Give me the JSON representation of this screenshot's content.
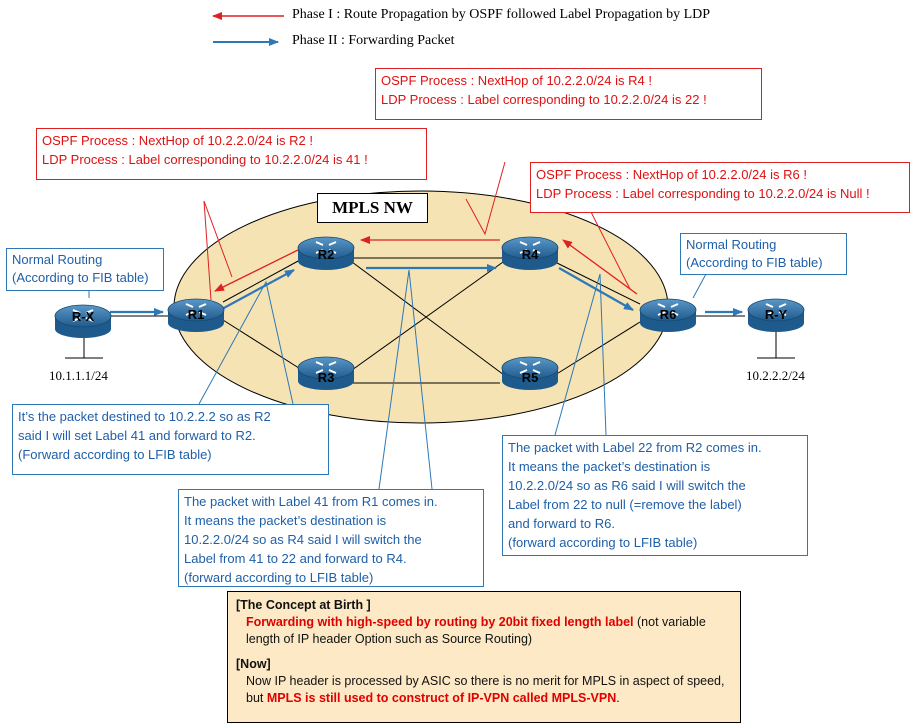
{
  "legend": {
    "phase1": "Phase I : Route Propagation by OSPF followed Label Propagation by LDP",
    "phase2": "Phase II : Forwarding Packet",
    "phase1_color": "#e02020",
    "phase2_color": "#2e78b7"
  },
  "network_label": "MPLS NW",
  "routers": {
    "rx": "R-X",
    "r1": "R1",
    "r2": "R2",
    "r3": "R3",
    "r4": "R4",
    "r5": "R5",
    "r6": "R6",
    "ry": "R-Y"
  },
  "subnets": {
    "left": "10.1.1.1/24",
    "right": "10.2.2.2/24"
  },
  "callouts": {
    "r2_ospf": {
      "line1": "OSPF Process : NextHop of 10.2.2.0/24 is R2 !",
      "line2": "LDP Process : Label corresponding to 10.2.2.0/24 is 41 !"
    },
    "r4_ospf": {
      "line1": "OSPF Process : NextHop of 10.2.2.0/24 is R4 !",
      "line2": "LDP Process : Label corresponding to 10.2.2.0/24 is 22 !"
    },
    "r6_ospf": {
      "line1": "OSPF Process : NextHop of 10.2.2.0/24 is R6 !",
      "line2": "LDP Process : Label corresponding to 10.2.2.0/24 is Null !"
    },
    "normal_left": {
      "line1": "Normal Routing",
      "line2": "(According to FIB table)"
    },
    "normal_right": {
      "line1": "Normal Routing",
      "line2": "(According to FIB table)"
    },
    "r1_fwd": {
      "line1": "It’s the packet destined to 10.2.2.2 so as R2",
      "line2": "said I will set Label 41 and forward to R2.",
      "line3": "(Forward according to LFIB table)"
    },
    "r2_fwd": {
      "line1": "The packet with Label 41 from R1 comes in.",
      "line2": "It means the packet’s destination is",
      "line3": "10.2.2.0/24  so as R4 said I will switch the",
      "line4": "Label from 41 to 22 and forward to R4.",
      "line5": "(forward according to LFIB table)"
    },
    "r4_fwd": {
      "line1": "The packet with Label 22 from R2 comes in.",
      "line2": "It means the packet’s destination is",
      "line3": "10.2.2.0/24  so as R6 said I will switch the",
      "line4": "Label from 22 to null (=remove the label)",
      "line5": "and forward to R6.",
      "line6": "(forward according to LFIB table)"
    }
  },
  "concept": {
    "birth_heading": "[The Concept at Birth ]",
    "birth_red": "Forwarding with high-speed by routing by 20bit fixed length label",
    "birth_rest": " (not variable length of IP header Option such as Source Routing)",
    "now_heading": "[Now]",
    "now_text": "Now IP header is processed by ASIC so there is no merit for MPLS in aspect of speed, but ",
    "now_red": "MPLS is still used to construct of IP-VPN called MPLS-VPN",
    "now_end": "."
  }
}
